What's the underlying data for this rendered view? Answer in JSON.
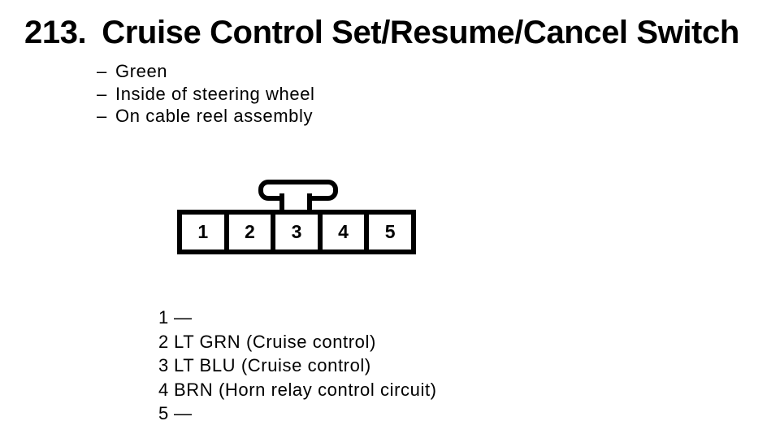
{
  "figure": {
    "number": "213.",
    "title": "Cruise Control Set/Resume/Cancel Switch",
    "notes": [
      {
        "dash": "–",
        "text": "Green"
      },
      {
        "dash": "–",
        "text": "Inside of steering wheel"
      },
      {
        "dash": "–",
        "text": "On cable reel assembly"
      }
    ]
  },
  "connector": {
    "pins": [
      "1",
      "2",
      "3",
      "4",
      "5"
    ]
  },
  "pinout": [
    {
      "pin": "1",
      "description": "—"
    },
    {
      "pin": "2",
      "description": "LT GRN (Cruise control)"
    },
    {
      "pin": "3",
      "description": "LT BLU (Cruise control)"
    },
    {
      "pin": "4",
      "description": "BRN (Horn relay control circuit)"
    },
    {
      "pin": "5",
      "description": "—"
    }
  ],
  "colors": {
    "ink": "#000000",
    "paper": "#ffffff"
  }
}
